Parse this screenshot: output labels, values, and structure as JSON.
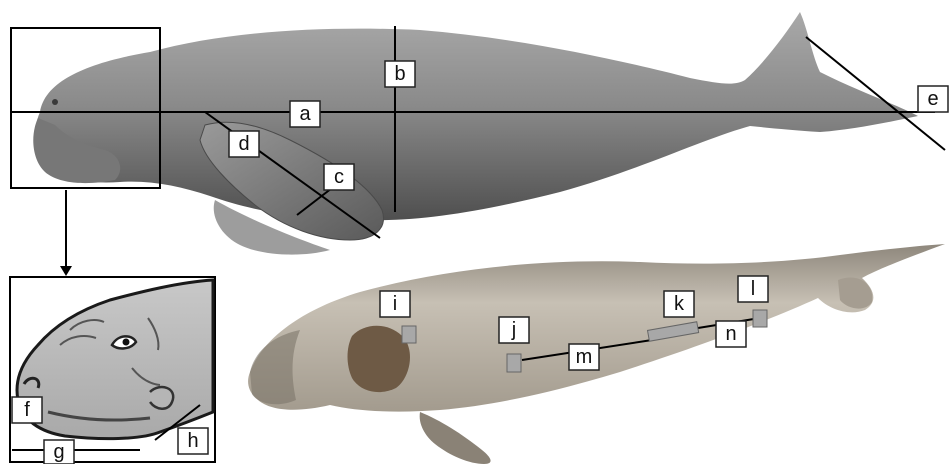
{
  "labels": {
    "a": "a",
    "b": "b",
    "c": "c",
    "d": "d",
    "e": "e",
    "f": "f",
    "g": "g",
    "h": "h",
    "i": "i",
    "j": "j",
    "k": "k",
    "l": "l",
    "m": "m",
    "n": "n"
  },
  "colors": {
    "upper_body": "#8c8c8c",
    "upper_body_dark": "#5e5e5e",
    "lower_body": "#b9b2a6",
    "lower_body_dark": "#8f877b",
    "inset_fill": "#bdbdbd",
    "marker": "#a8a8a8",
    "lines": "#000000"
  }
}
